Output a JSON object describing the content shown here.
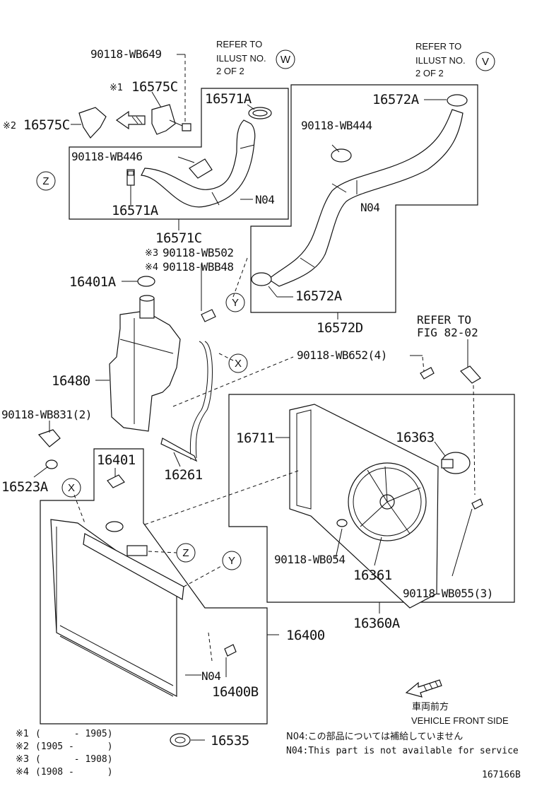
{
  "labels": {
    "p90118_wb649": "90118-WB649",
    "mark1": "※1",
    "p16575c_1": "16575C",
    "mark2": "※2",
    "p16575c_2": "16575C",
    "p16571a_top": "16571A",
    "p90118_wb446": "90118-WB446",
    "p16571a_bot": "16571A",
    "n04_a": "N04",
    "p16571c": "16571C",
    "p16572a_top": "16572A",
    "p90118_wb444": "90118-WB444",
    "n04_b": "N04",
    "p16572a_bot": "16572A",
    "p16572d": "16572D",
    "mark3": "※3",
    "p90118_wb502": "90118-WB502",
    "mark4": "※4",
    "p90118_wbb48": "90118-WBB48",
    "p16401a": "16401A",
    "p16480": "16480",
    "p90118_wb831": "90118-WB831(2)",
    "p16523a": "16523A",
    "p16261": "16261",
    "p16401": "16401",
    "p90118_wb652": "90118-WB652(4)",
    "p16711": "16711",
    "p16363": "16363",
    "p90118_wb054": "90118-WB054",
    "p16361": "16361",
    "p90118_wb055": "90118-WB055(3)",
    "p16360a": "16360A",
    "p16400": "16400",
    "n04_c": "N04",
    "p16400b": "16400B",
    "p16535": "16535",
    "refer_fig_1": "REFER TO",
    "refer_fig_2": "FIG 82-02",
    "diagram_id": "167166B"
  },
  "refer_w": {
    "line1": "REFER TO",
    "line2": "ILLUST NO.",
    "line3": "2 OF 2",
    "letter": "W"
  },
  "refer_v": {
    "line1": "REFER TO",
    "line2": "ILLUST NO.",
    "line3": "2 OF 2",
    "letter": "V"
  },
  "connectors": {
    "z1": "Z",
    "z2": "Z",
    "y1": "Y",
    "y2": "Y",
    "x1": "X",
    "x2": "X"
  },
  "front": {
    "jp": "車両前方",
    "en": "VEHICLE FRONT SIDE"
  },
  "notes": {
    "n04_jp": "N04:この部品については補給していません",
    "n04_en": "N04:This part is not available for service"
  },
  "footnotes": [
    {
      "mark": "※1",
      "range": "(      - 1905)"
    },
    {
      "mark": "※2",
      "range": "(1905 -      )"
    },
    {
      "mark": "※3",
      "range": "(      - 1908)"
    },
    {
      "mark": "※4",
      "range": "(1908 -      )"
    }
  ]
}
